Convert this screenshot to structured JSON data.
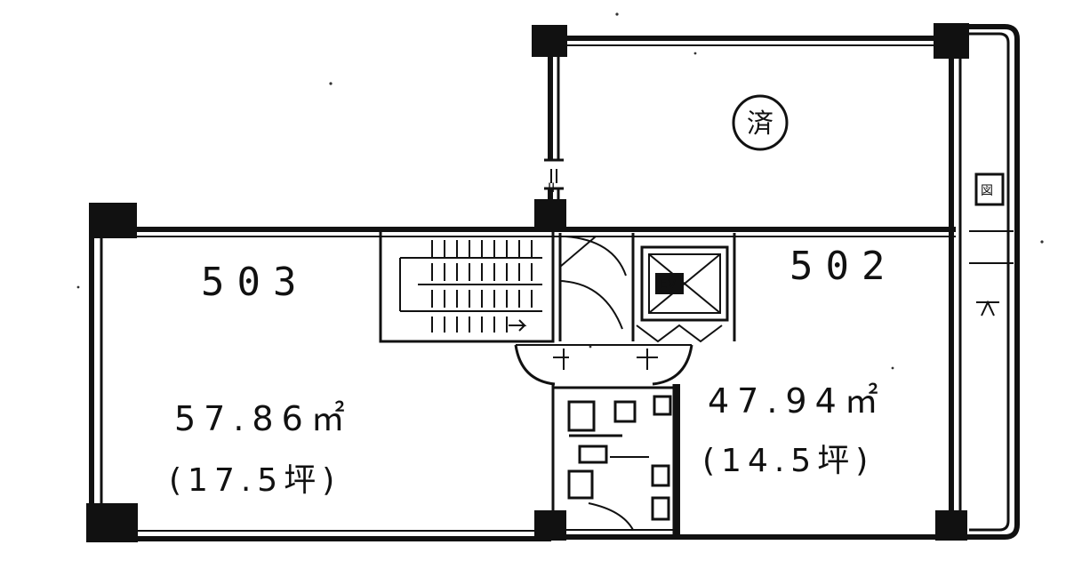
{
  "rooms": {
    "r503": {
      "number": "503",
      "area": "57.86㎡",
      "tsubo": "(17.5坪)"
    },
    "r502": {
      "number": "502",
      "area": "47.94㎡",
      "tsubo": "(14.5坪)"
    }
  },
  "marks": {
    "settled": "済",
    "elevator": "EV",
    "stair_small": "ⅠⅠ",
    "fire_door": "図"
  }
}
